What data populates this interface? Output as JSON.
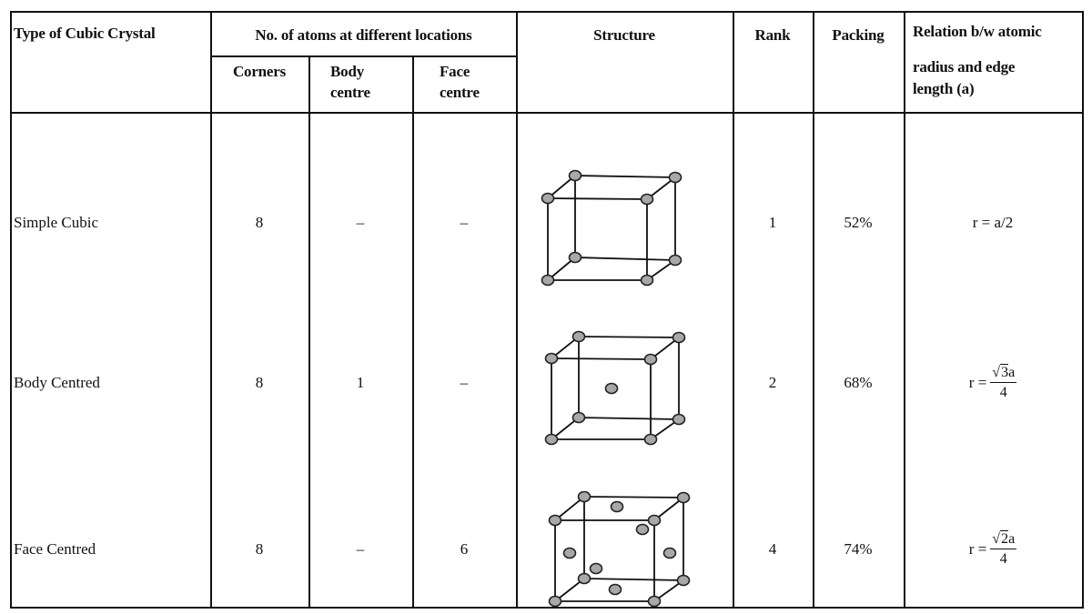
{
  "table": {
    "headers": {
      "type": "Type of Cubic Crystal",
      "atoms_group": "No. of atoms at different locations",
      "corners": "Corners",
      "body_centre_1": "Body",
      "body_centre_2": "centre",
      "face_centre_1": "Face",
      "face_centre_2": "centre",
      "structure": "Structure",
      "rank": "Rank",
      "packing": "Packing",
      "relation_1": "Relation b/w atomic",
      "relation_2": "radius and edge",
      "relation_3": "length (a)"
    },
    "rows": [
      {
        "type": "Simple Cubic",
        "corners": "8",
        "body_centre": "–",
        "face_centre": "–",
        "structure_icon": "simple-cubic-lattice-icon",
        "rank": "1",
        "packing": "52%",
        "relation": {
          "lhs": "r = a/2"
        }
      },
      {
        "type": "Body Centred",
        "corners": "8",
        "body_centre": "1",
        "face_centre": "–",
        "structure_icon": "body-centred-cubic-lattice-icon",
        "rank": "2",
        "packing": "68%",
        "relation": {
          "lhs": "r =",
          "sqrt_of": "3",
          "num_suffix": "a",
          "den": "4"
        }
      },
      {
        "type": "Face Centred",
        "corners": "8",
        "body_centre": "–",
        "face_centre": "6",
        "structure_icon": "face-centred-cubic-lattice-icon",
        "rank": "4",
        "packing": "74%",
        "relation": {
          "lhs": "r =",
          "sqrt_of": "2",
          "num_suffix": "a",
          "den": "4"
        }
      }
    ]
  }
}
